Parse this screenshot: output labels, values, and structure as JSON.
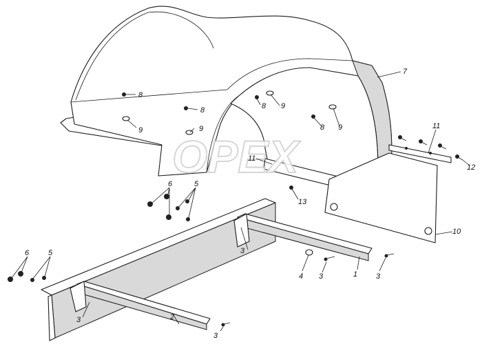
{
  "watermark": {
    "text": "OPEX"
  },
  "callouts": {
    "c1": "1",
    "c2": "2",
    "c3a": "3",
    "c3b": "3",
    "c3c": "3",
    "c3d": "3",
    "c3e": "3",
    "c4": "4",
    "c5a": "5",
    "c5b": "5",
    "c6a": "6",
    "c6b": "6",
    "c7": "7",
    "c8a": "8",
    "c8b": "8",
    "c8c": "8",
    "c8d": "8",
    "c9a": "9",
    "c9b": "9",
    "c9c": "9",
    "c9d": "9",
    "c10": "10",
    "c11a": "11",
    "c11b": "11",
    "c12": "12",
    "c13": "13"
  },
  "colors": {
    "line": "#1a1a1a",
    "shade": "#d9d9d9",
    "background": "#ffffff",
    "watermark": "#cfcfcf"
  }
}
